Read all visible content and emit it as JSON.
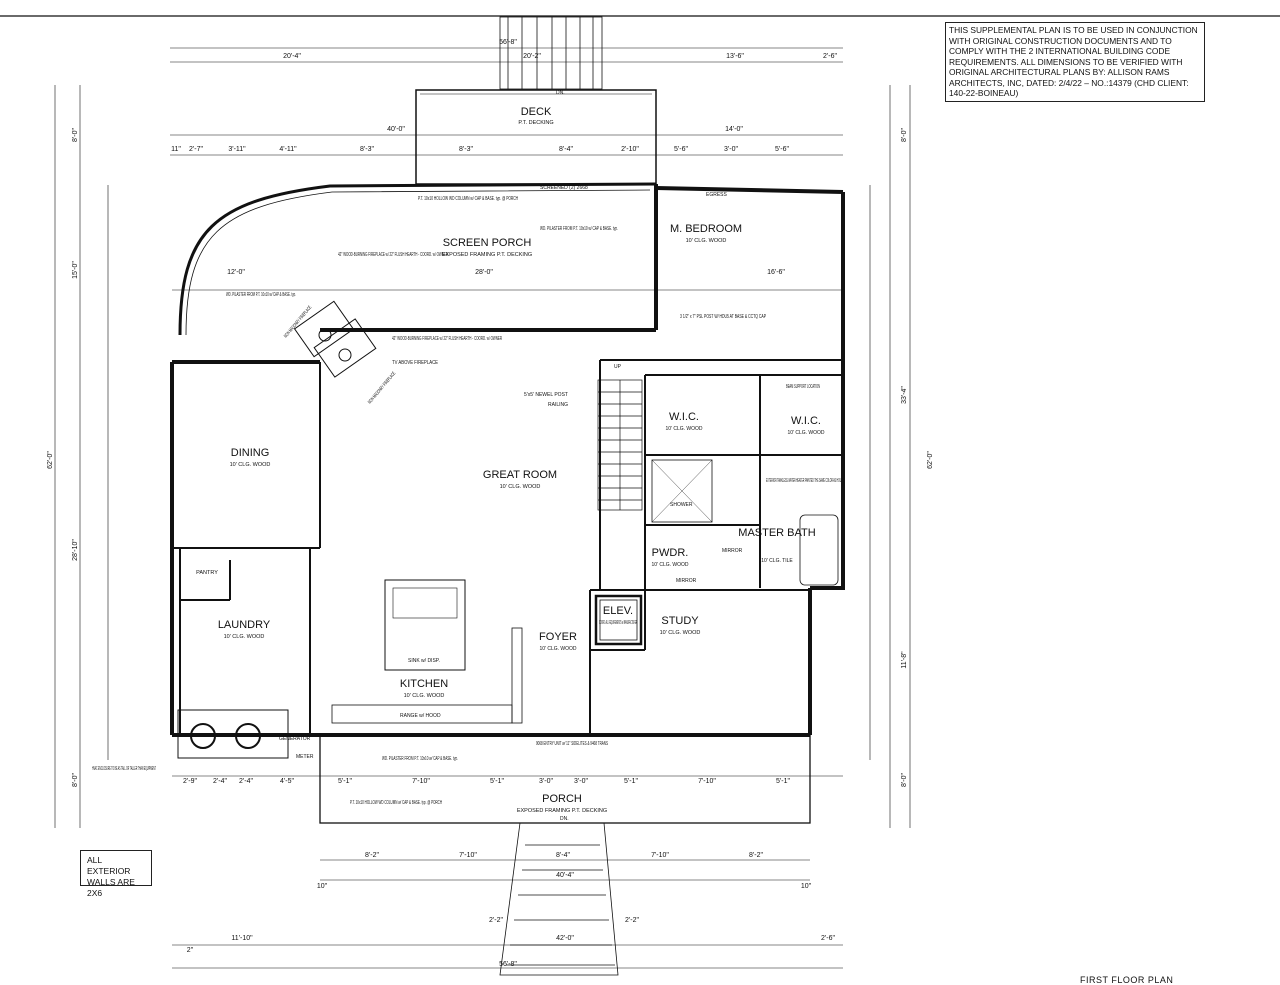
{
  "general_note": "THIS SUPPLEMENTAL PLAN IS TO BE USED IN CONJUNCTION WITH ORIGINAL CONSTRUCTION DOCUMENTS AND TO COMPLY WITH THE 2 INTERNATIONAL BUILDING CODE REQUIREMENTS. ALL DIMENSIONS TO BE VERIFIED WITH ORIGINAL ARCHITECTURAL PLANS BY: ALLISON RAMS ARCHITECTS, INC, DATED: 2/4/22 – NO.:14379 (CHD Client: 140-22-BOINEAU)",
  "exterior_walls_note": "ALL EXTERIOR WALLS ARE 2X6",
  "sheet_title": "FIRST FLOOR PLAN",
  "rooms": {
    "deck": {
      "name": "DECK",
      "finish": "P.T. DECKING"
    },
    "screen_porch": {
      "name": "SCREEN PORCH",
      "finish": "EXPOSED FRAMING   P.T. DECKING"
    },
    "m_bedroom": {
      "name": "M. BEDROOM",
      "finish": "10' CLG.   WOOD"
    },
    "dining": {
      "name": "DINING",
      "finish": "10' CLG.   WOOD"
    },
    "great_room": {
      "name": "GREAT ROOM",
      "finish": "10' CLG.   WOOD"
    },
    "wic1": {
      "name": "W.I.C.",
      "finish": "10' CLG.   WOOD"
    },
    "wic2": {
      "name": "W.I.C.",
      "finish": "10' CLG.   WOOD"
    },
    "master_bath": {
      "name": "MASTER BATH",
      "finish": "10' CLG. TILE"
    },
    "pantry": {
      "name": "PANTRY"
    },
    "laundry": {
      "name": "LAUNDRY",
      "finish": "10' CLG.   WOOD"
    },
    "pwdr": {
      "name": "PWDR.",
      "finish": "10' CLG. WOOD"
    },
    "elev": {
      "name": "ELEV.",
      "finish": "COORD. ALL REQUIREMENTS w/ MANUFACTURER"
    },
    "study": {
      "name": "STUDY",
      "finish": "10' CLG.   WOOD"
    },
    "foyer": {
      "name": "FOYER",
      "finish": "10' CLG. WOOD"
    },
    "kitchen": {
      "name": "KITCHEN",
      "finish": "10' CLG.   WOOD"
    },
    "porch": {
      "name": "PORCH",
      "finish": "EXPOSED FRAMING   P.T. DECKING"
    }
  },
  "annotations": {
    "pilaster_porch_hollow": "P.T. 10x10 HOLLOW WD COLUMN w/ CAP & BASE. typ. @ PORCH",
    "pilaster_porch": "WD. PILASTER FROM P.T. 10x10 w/ CAP & BASE. typ.",
    "pilaster_left": "WD. PILASTER FROM P.T. 10x10 w/ CAP & BASE. typ.",
    "fireplace_porch": "42\" WOOD-BURNING FIREPLACE w/ 22\" FLUSH HEARTH - COORD. w/ OWNER",
    "fireplace_inside": "42\" WOOD-BURNING FIREPLACE w/ 22\" FLUSH HEARTH - COORD. w/ OWNER",
    "tv_above": "TV ABOVE FIREPLACE",
    "masonry1": "NON MASONRY FIREPLACE",
    "masonry2": "NON MASONRY FIREPLACE",
    "psl_post": "3 1/2\" x 7\" PSL POST W/ HDU5 AT BASE & CCTQ CAP",
    "beam_support": "BEAM SUPPORT LOCATION",
    "water_heater": "EXTERIOR TANKLESS WATER HEATER PAINTED THE SAME COLOR AS HOUSE",
    "newel": "5'x5' NEWEL POST",
    "railing": "RAILING",
    "hvac": "HVAC ENCLOSURE TO BE AS TALL OR TALLER THAN EQUIPMENT",
    "entry_unit": "9068 ENTRY UNIT w/ 11\" SIDELITES & 9468 TRANS",
    "pilaster_front": "WD. PILASTER FROM P.T. 10x10 w/ CAP & BASE. typ.",
    "column_front": "P.T. 10x10 HOLLOW WD COLUMN w/ CAP & BASE. typ. @ PORCH",
    "shower": "SHOWER",
    "mirror1": "MIRROR",
    "mirror2": "MIRROR",
    "generator": "GENERATOR",
    "meter": "METER",
    "screened": "SCREENED (2) 2668",
    "egress": "EGRESS",
    "up": "UP",
    "dn_top": "DN.",
    "dn_bottom": "DN.",
    "range": "RANGE w/ HOOD",
    "sink_dw": "SINK w/ DISP."
  },
  "dimensions": {
    "top_overall": "56'-8\"",
    "top_a": "20'-4\"",
    "top_b": "20'-2\"",
    "top_c": "13'-6\"",
    "top_d": "2'-6\"",
    "deck_w": "40'-0\"",
    "right_14": "14'-0\"",
    "r1_a": "11\"",
    "r1_b": "2'-7\"",
    "r1_c": "3'-11\"",
    "r1_d": "4'-11\"",
    "r1_e": "8'-3\"",
    "r1_f": "8'-3\"",
    "r1_g": "8'-4\"",
    "r1_h": "2'-10\"",
    "r1_i": "5'-6\"",
    "r1_j": "3'-0\"",
    "r1_k": "5'-6\"",
    "left_overall": "62'-0\"",
    "left_top": "8'-0\"",
    "left_15": "15'-0\"",
    "left_28": "28'-10\"",
    "left_bot": "8'-0\"",
    "right_overall": "62'-0\"",
    "right_33": "33'-4\"",
    "right_11": "11'-8\"",
    "right_top": "8'-0\"",
    "right_bot": "8'-0\"",
    "porch_12": "12'-0\"",
    "porch_28": "28'-0\"",
    "porch_16": "16'-6\"",
    "b1": "2'-9\"",
    "b2": "2'-4\"",
    "b3": "2'-4\"",
    "b4": "4'-5\"",
    "b5": "5'-1\"",
    "b6": "7'-10\"",
    "b7": "5'-1\"",
    "b8": "3'-0\"",
    "b9": "3'-0\"",
    "b10": "5'-1\"",
    "b11": "7'-10\"",
    "b12": "5'-1\"",
    "p1": "8'-2\"",
    "p2": "7'-10\"",
    "p3": "8'-4\"",
    "p4": "7'-10\"",
    "p5": "8'-2\"",
    "stair_40": "40'-4\"",
    "stair_42": "42'-0\"",
    "stair_22a": "2'-2\"",
    "stair_22b": "2'-2\"",
    "bot_11": "11'-10\"",
    "bot_2": "2\"",
    "bot_26": "2'-6\"",
    "bot_56": "56'-8\"",
    "ten_l": "10\"",
    "ten_r": "10\""
  }
}
